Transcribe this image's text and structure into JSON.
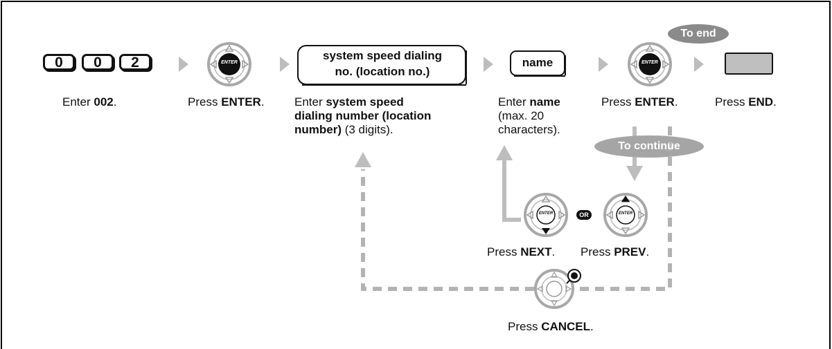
{
  "digits": [
    "0",
    "0",
    "2"
  ],
  "to_end_label": "To end",
  "to_continue_label": "To continue",
  "or_label": "OR",
  "enter_key_label": "ENTER",
  "boxes": {
    "speed_dial_line1": "system speed dialing",
    "speed_dial_line2": "no. (location no.)",
    "name": "name"
  },
  "steps": {
    "s1": {
      "pre": "Enter ",
      "bold": "002",
      "post": "."
    },
    "s2": {
      "pre": "Press ",
      "bold": "ENTER",
      "post": "."
    },
    "s3": {
      "line1_pre": "Enter ",
      "line1_bold": "system speed",
      "line2_bold": "dialing number (location",
      "line3_bold": "number)",
      "line3_post": " (3 digits)."
    },
    "s4": {
      "line1_pre": "Enter ",
      "line1_bold": "name",
      "line2": "(max. 20",
      "line3": "characters)."
    },
    "s5": {
      "pre": "Press ",
      "bold": "ENTER",
      "post": "."
    },
    "s6": {
      "pre": "Press ",
      "bold": "END",
      "post": "."
    },
    "next": {
      "pre": "Press ",
      "bold": "NEXT",
      "post": "."
    },
    "prev": {
      "pre": "Press ",
      "bold": "PREV",
      "post": "."
    },
    "cancel": {
      "pre": "Press ",
      "bold": "CANCEL",
      "post": "."
    }
  },
  "colors": {
    "frame": "#000000",
    "arrow_gray": "#bdbdbd",
    "dash_gray": "#b3b3b3",
    "pill_gray": "#8a8a8a",
    "end_key": "#bfbfbf"
  }
}
